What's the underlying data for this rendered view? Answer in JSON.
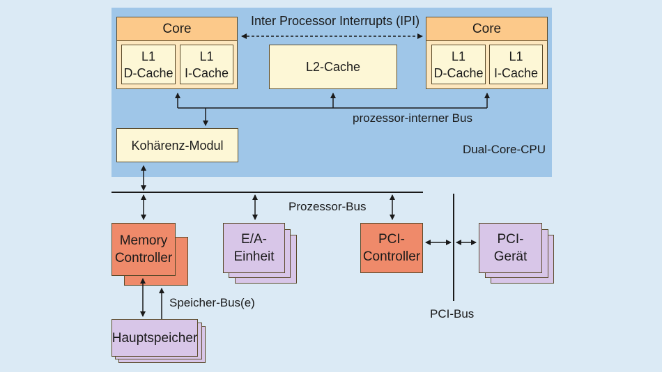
{
  "cpu": {
    "label": "Dual-Core-CPU",
    "core_left": {
      "title": "Core",
      "d_cache": [
        "L1",
        "D-Cache"
      ],
      "i_cache": [
        "L1",
        "I-Cache"
      ]
    },
    "core_right": {
      "title": "Core",
      "d_cache": [
        "L1",
        "D-Cache"
      ],
      "i_cache": [
        "L1",
        "I-Cache"
      ]
    },
    "ipi_label": "Inter Processor Interrupts (IPI)",
    "l2_cache": "L2-Cache",
    "internal_bus": "prozessor-interner Bus",
    "coherence_module": "Kohärenz-Modul"
  },
  "processor_bus": "Prozessor-Bus",
  "memory_controller": [
    "Memory",
    "Controller"
  ],
  "io_unit": [
    "E/A-",
    "Einheit"
  ],
  "pci_controller": [
    "PCI-",
    "Controller"
  ],
  "pci_device": [
    "PCI-",
    "Gerät"
  ],
  "pci_bus": "PCI-Bus",
  "memory_bus": "Speicher-Bus(e)",
  "main_memory": "Hauptspeicher",
  "colors": {
    "background": "#dbeaf5",
    "cpu": "#9fc6e8",
    "core_header": "#fcc98a",
    "cache": "#fdf7d6",
    "controller": "#ef8a6a",
    "device": "#d8c6e8"
  }
}
